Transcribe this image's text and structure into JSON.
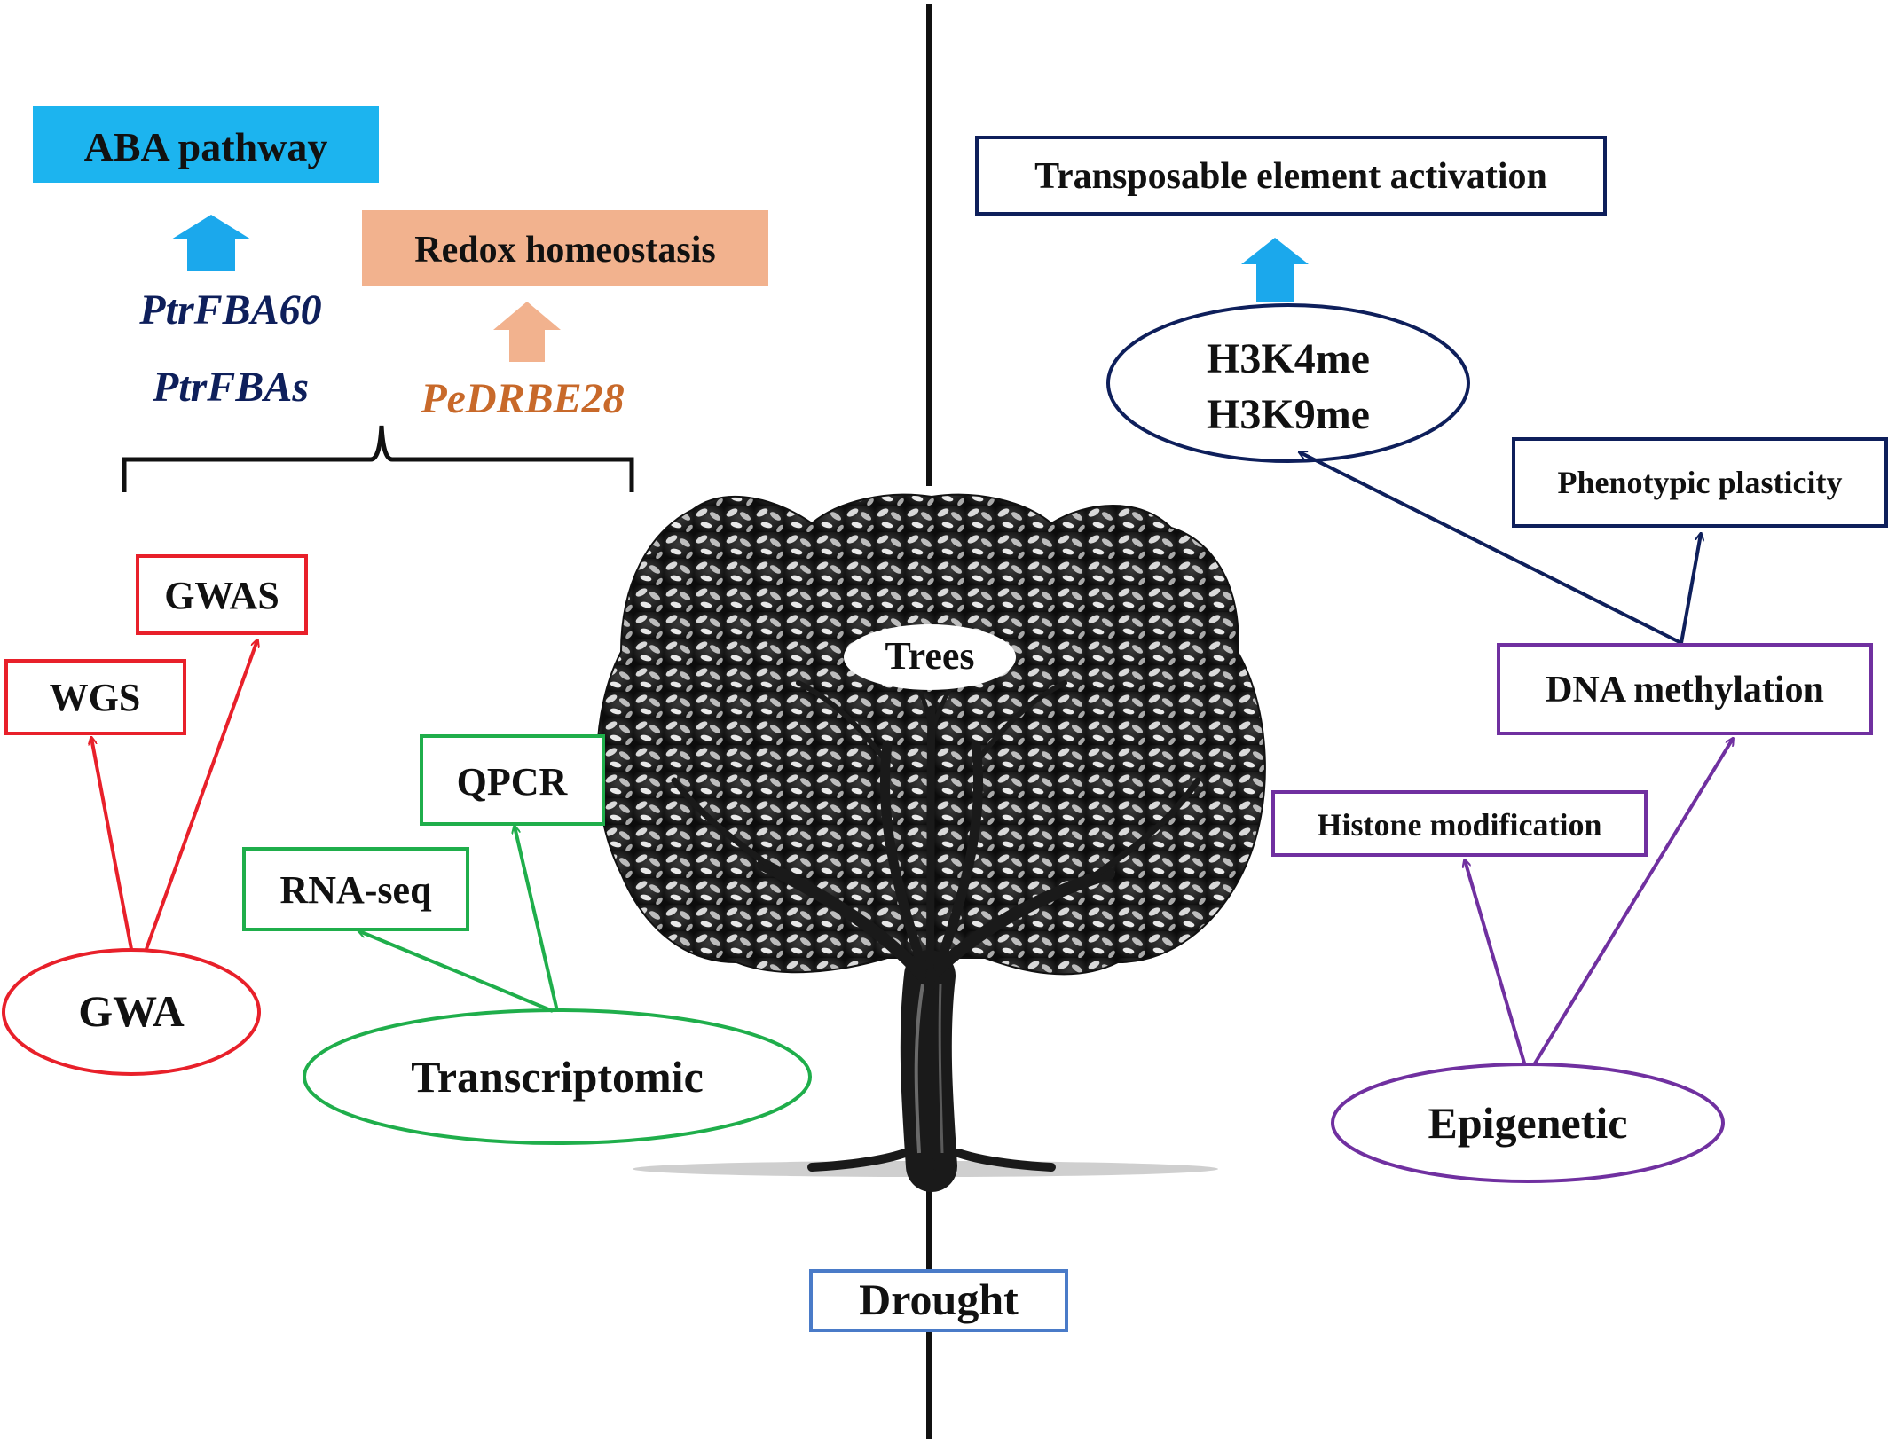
{
  "colors": {
    "red": "#e8202a",
    "green": "#1fae4b",
    "purple": "#7030a0",
    "navy": "#0e1f5b",
    "blue_box": "#1cb4ef",
    "blue_arrow": "#1ba8ec",
    "peach": "#f2b28e",
    "orange_text": "#c8692a",
    "drought_border": "#4a7bc8",
    "black": "#111111"
  },
  "left": {
    "aba_pathway": "ABA pathway",
    "redox_homeostasis": "Redox homeostasis",
    "gene_ptrfba60": "PtrFBA60",
    "gene_ptrfbas": "PtrFBAs",
    "gene_pedrbe28": "PeDRBE28",
    "gwa": {
      "label": "GWA",
      "children": [
        "WGS",
        "GWAS"
      ]
    },
    "transcriptomic": {
      "label": "Transcriptomic",
      "children": [
        "RNA-seq",
        "QPCR"
      ]
    }
  },
  "center": {
    "trees_label": "Trees",
    "drought_label": "Drought"
  },
  "right": {
    "transposable": "Transposable element activation",
    "h3k4me": "H3K4me",
    "h3k9me": "H3K9me",
    "phenotypic_plasticity": "Phenotypic plasticity",
    "dna_methylation": "DNA methylation",
    "histone_modification": "Histone modification",
    "epigenetic": "Epigenetic"
  }
}
